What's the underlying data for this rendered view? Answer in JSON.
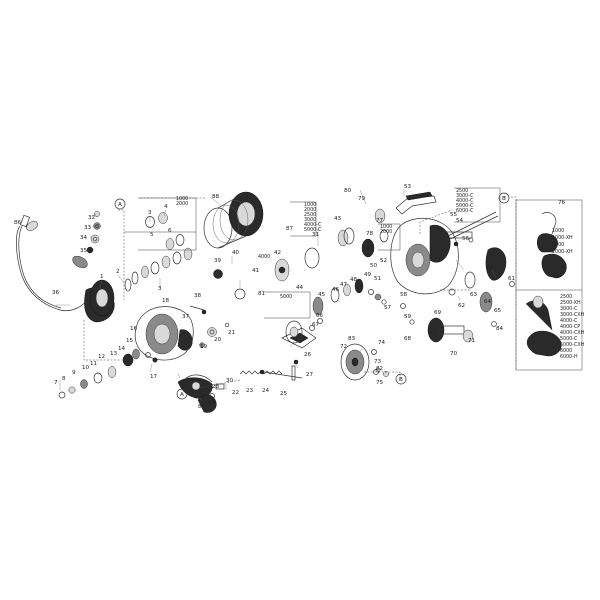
{
  "part_numbers": {
    "p1": "1",
    "p2": "2",
    "p3": "3",
    "p4": "4",
    "p5": "5",
    "p6": "6",
    "p7": "7",
    "p8": "8",
    "p9": "9",
    "p10": "10",
    "p11": "11",
    "p12": "12",
    "p13": "13",
    "p14": "14",
    "p15": "15",
    "p16": "16",
    "p17": "17",
    "p18": "18",
    "p19": "19",
    "p20": "20",
    "p21": "21",
    "p22": "22",
    "p23": "23",
    "p24": "24",
    "p25": "25",
    "p26": "26",
    "p27": "27",
    "p28": "28",
    "p29": "29",
    "p30": "30",
    "p31": "31",
    "p32": "32",
    "p33": "33",
    "p34": "34",
    "p35": "35",
    "p36": "36",
    "p37": "37",
    "p38": "38",
    "p39": "39",
    "p40": "40",
    "p41": "41",
    "p42": "42",
    "p43": "43",
    "p44": "44",
    "p45": "45",
    "p46": "46",
    "p47": "47",
    "p48": "48",
    "p49": "49",
    "p50": "50",
    "p51": "51",
    "p52": "52",
    "p53": "53",
    "p54": "54",
    "p55": "55",
    "p56": "56",
    "p57": "57",
    "p58": "58",
    "p59": "59",
    "p60": "60",
    "p61": "61",
    "p62": "62",
    "p63": "63",
    "p64": "64",
    "p65": "65",
    "p66": "66",
    "p67": "67",
    "p68": "68",
    "p69": "69",
    "p70": "70",
    "p71": "71",
    "p72": "72",
    "p73": "73",
    "p74": "74",
    "p75": "75",
    "p76": "76",
    "p77": "77",
    "p78": "78",
    "p79": "79",
    "p80": "80",
    "p81": "81",
    "p82": "82",
    "p83": "83",
    "p84": "84",
    "p85": "85",
    "p86": "86",
    "p87": "87",
    "p88": "88"
  },
  "reference_markers": {
    "a": "A",
    "b": "B"
  },
  "size_lists": {
    "spool_top": [
      "1000",
      "2000"
    ],
    "drag_top": [
      "1000",
      "2000",
      "2500",
      "3000",
      "4000-C",
      "5000-C"
    ],
    "small_left": [
      "5000"
    ],
    "knob_left": [
      "4000"
    ],
    "mid_body": [
      "1000",
      "2000"
    ],
    "body_right": [
      "2500",
      "3000-C",
      "4000-C",
      "5000-C",
      "6000-C"
    ],
    "handle_top": [
      "1000",
      "1000-XH",
      "3000",
      "2000-XH"
    ],
    "handle_bottom": [
      "2500",
      "2500-XH",
      "3000-C",
      "3000-CXH",
      "4000-C",
      "4000-CP",
      "4000-CXH",
      "5000-C",
      "5000-CXH",
      "6000",
      "6000-H"
    ]
  }
}
